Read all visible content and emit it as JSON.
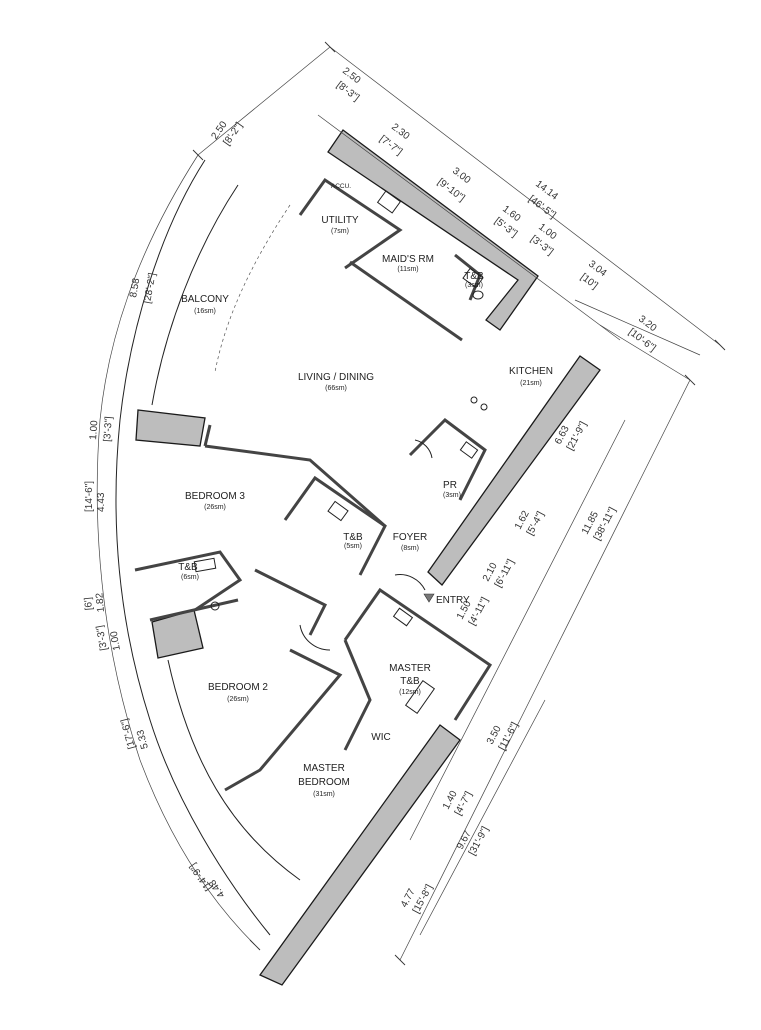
{
  "plan": {
    "colors": {
      "wall_fill": "#bdbdbd",
      "line": "#222222",
      "background": "#ffffff"
    },
    "rooms": {
      "utility": {
        "name": "UTILITY",
        "area": "(7sm)"
      },
      "accu": {
        "name": "ACCU."
      },
      "maids": {
        "name": "MAID'S RM",
        "area": "(11sm)"
      },
      "tb_maid": {
        "name": "T&B",
        "area": "(3sm)"
      },
      "balcony": {
        "name": "BALCONY",
        "area": "(16sm)"
      },
      "living": {
        "name": "LIVING / DINING",
        "area": "(66sm)"
      },
      "kitchen": {
        "name": "KITCHEN",
        "area": "(21sm)"
      },
      "pr": {
        "name": "PR",
        "area": "(3sm)"
      },
      "bedroom3": {
        "name": "BEDROOM 3",
        "area": "(26sm)"
      },
      "tb_bed3": {
        "name": "T&B",
        "area": "(5sm)"
      },
      "foyer": {
        "name": "FOYER",
        "area": "(8sm)"
      },
      "entry": {
        "name": "ENTRY"
      },
      "tb_left": {
        "name": "T&B",
        "area": "(6sm)"
      },
      "bedroom2": {
        "name": "BEDROOM 2",
        "area": "(26sm)"
      },
      "master_tb": {
        "name1": "MASTER",
        "name2": "T&B",
        "area": "(12sm)"
      },
      "wic": {
        "name": "WIC"
      },
      "master_bed": {
        "name1": "MASTER",
        "name2": "BEDROOM",
        "area": "(31sm)"
      }
    },
    "dimensions": {
      "top": [
        {
          "m": "2.50",
          "ft": "[8'-3\"]"
        },
        {
          "m": "2.30",
          "ft": "[7'-7\"]"
        },
        {
          "m": "3.00",
          "ft": "[9'-10\"]"
        },
        {
          "m": "14.14",
          "ft": "[46'-5\"]"
        },
        {
          "m": "1.60",
          "ft": "[5'-3\"]"
        },
        {
          "m": "1.00",
          "ft": "[3'-3\"]"
        },
        {
          "m": "3.04",
          "ft": "[10']"
        },
        {
          "m": "3.20",
          "ft": "[10'-6\"]"
        }
      ],
      "left": [
        {
          "m": "2.50",
          "ft": "[8'-2\"]"
        },
        {
          "m": "8.58",
          "ft": "[28'-2\"]"
        },
        {
          "m": "1.00",
          "ft": "[3'-3\"]"
        },
        {
          "m": "4.43",
          "ft": "[14'-6\"]"
        },
        {
          "m": "1.82",
          "ft": "[6']"
        },
        {
          "m": "1.00",
          "ft": "[3'-3\"]"
        },
        {
          "m": "5.33",
          "ft": "[17'-6\"]"
        },
        {
          "m": "4.48",
          "ft": "[14'-9\"]"
        }
      ],
      "right": [
        {
          "m": "6.63",
          "ft": "[21'-9\"]"
        },
        {
          "m": "11.85",
          "ft": "[38'-11\"]"
        },
        {
          "m": "1.62",
          "ft": "[5'-4\"]"
        },
        {
          "m": "2.10",
          "ft": "[6'-11\"]"
        },
        {
          "m": "1.50",
          "ft": "[4'-11\"]"
        },
        {
          "m": "3.50",
          "ft": "[11'-6\"]"
        },
        {
          "m": "1.40",
          "ft": "[4'-7\"]"
        },
        {
          "m": "9.67",
          "ft": "[31'-9\"]"
        },
        {
          "m": "4.77",
          "ft": "[15'-8\"]"
        }
      ]
    }
  }
}
